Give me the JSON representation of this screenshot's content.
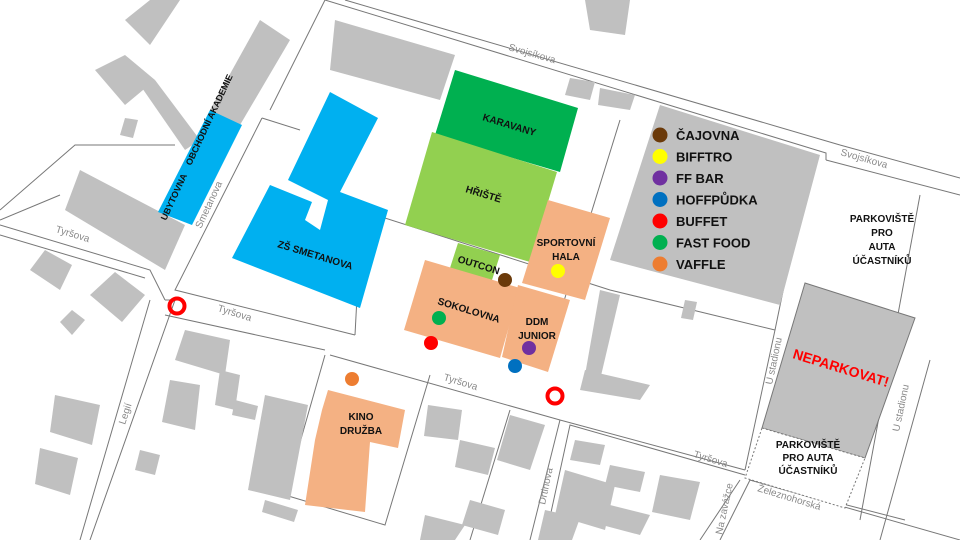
{
  "colors": {
    "building": "#c0c0c0",
    "school": "#00b0f0",
    "karavany": "#00b050",
    "hriste": "#92d050",
    "venue": "#f4b183",
    "neparkovat": "#ff0000"
  },
  "legend": [
    {
      "label": "ČAJOVNA",
      "color": "#6b3a0a"
    },
    {
      "label": "BIFFTRO",
      "color": "#ffff00"
    },
    {
      "label": "FF BAR",
      "color": "#7030a0"
    },
    {
      "label": "HOFFPŮDKA",
      "color": "#0070c0"
    },
    {
      "label": "BUFFET",
      "color": "#ff0000"
    },
    {
      "label": "FAST FOOD",
      "color": "#00b050"
    },
    {
      "label": "VAFFLE",
      "color": "#ed7d31"
    }
  ],
  "areas": {
    "ubytovna_1": "UBYTOVNA",
    "ubytovna_2": "OBCHODNÍ AKADEMIE",
    "zs": "ZŠ SMETANOVA",
    "karavany": "KARAVANY",
    "hriste": "HŘIŠTĚ",
    "hala_1": "SPORTOVNÍ",
    "hala_2": "HALA",
    "outcon": "OUTCON",
    "sokolovna": "SOKOLOVNA",
    "ddm_1": "DDM",
    "ddm_2": "JUNIOR",
    "kino_1": "KINO",
    "kino_2": "DRUŽBA",
    "parking1": [
      "PARKOVIŠTĚ",
      "PRO",
      "AUTA",
      "ÚČASTNÍKŮ"
    ],
    "parking2": [
      "PARKOVIŠTĚ",
      "PRO AUTA",
      "ÚČASTNÍKŮ"
    ],
    "neparkovat": "NEPARKOVAT!"
  },
  "streets": {
    "svojsikova": "Svojsíkova",
    "smetanova": "Smetanova",
    "tyrsova": "Tyršova",
    "legii": "Legií",
    "drtinova": "Drtinova",
    "na_zavazce": "Na zavážce",
    "zeleznohorska": "Železnohorská",
    "u_stadionu": "U stadionu"
  }
}
